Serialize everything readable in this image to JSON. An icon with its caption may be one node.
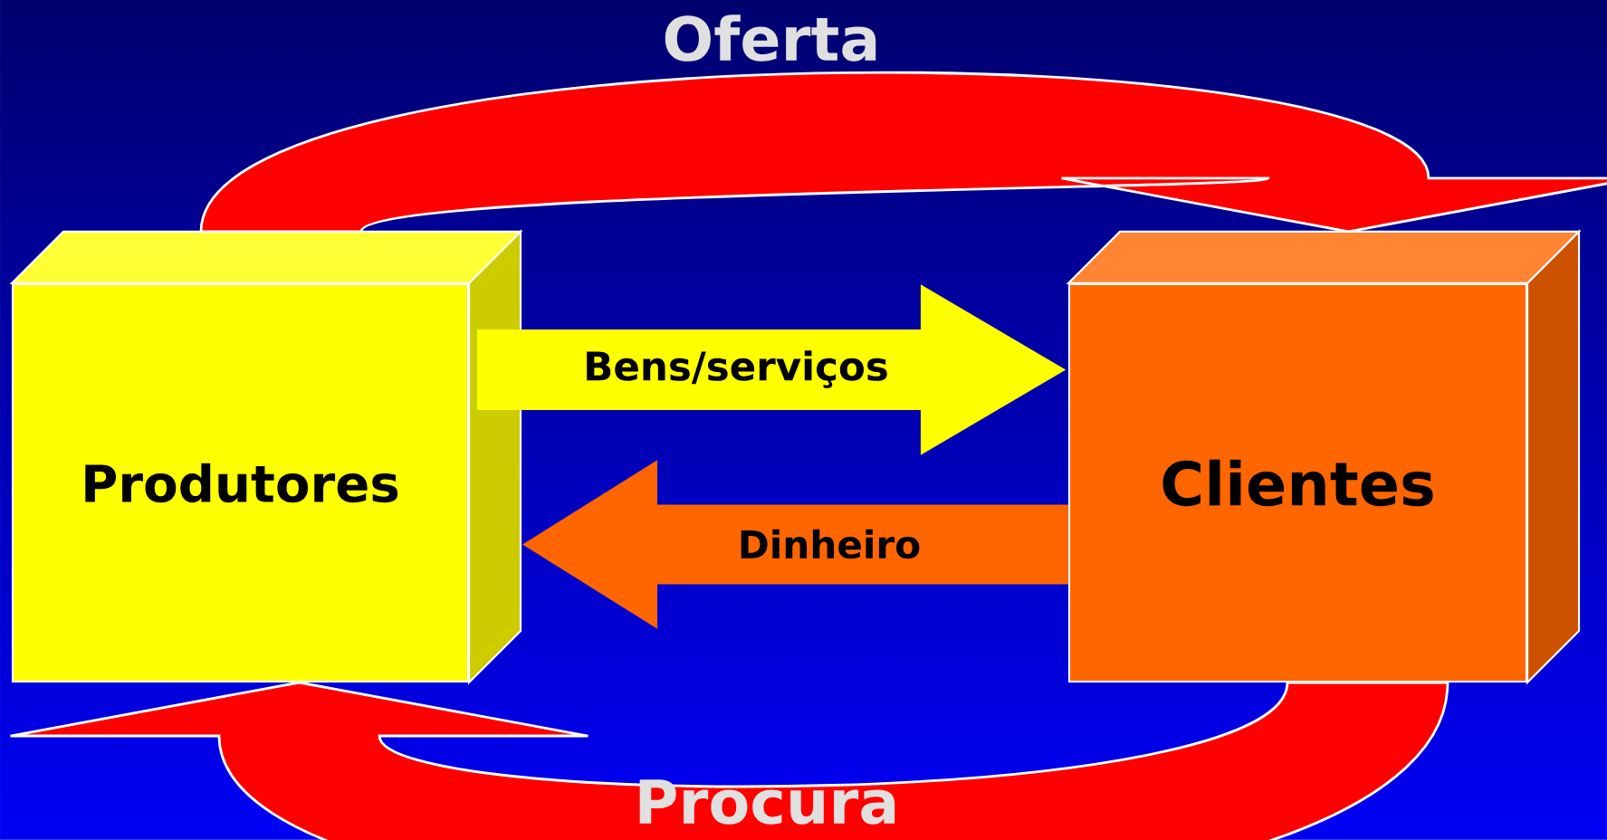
{
  "diagram": {
    "nodes": [
      {
        "text": [
          "Produtores"
        ]
      },
      {
        "text": [
          "Clientes"
        ]
      }
    ],
    "edges": [
      {
        "from": 0,
        "to": 1,
        "arrow": "to",
        "label": "Bens/serviços",
        "color": "#ffff00"
      },
      {
        "from": 1,
        "to": 0,
        "arrow": "to",
        "label": "Dinheiro",
        "color": "#ff6600"
      },
      {
        "from": 0,
        "to": 1,
        "arrow": "to",
        "label": "Oferta",
        "style": "thick",
        "color": "#ff0000"
      },
      {
        "from": 1,
        "to": 0,
        "arrow": "to",
        "label": "Procura",
        "style": "thick",
        "color": "#ff0000"
      }
    ]
  }
}
